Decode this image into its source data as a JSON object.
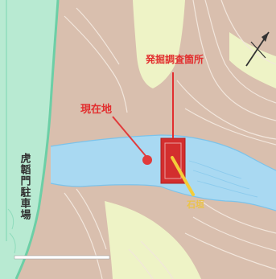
{
  "labels": {
    "excavation_site": "発掘調査箇所",
    "current_location": "現在地",
    "stone_wall": "石垣",
    "parking_lot": "虎韜門駐車場"
  },
  "colors": {
    "terrain": "#d9bfae",
    "contour": "#f2e6dc",
    "valley_green": "#eef3c6",
    "water": "#a9d9f2",
    "water_edge": "#7cc3ea",
    "parking_green": "#b8ead2",
    "parking_border": "#6ccfa6",
    "marker_red": "#e13b3b",
    "site_box": "#d32e2e",
    "stone_wall_yellow": "#f4cc3a",
    "label_red": "#e22f2f",
    "label_yellow": "#eac34a",
    "text_dark": "#333333"
  },
  "icons": {
    "current_location": "red-dot-marker",
    "north_arrow": "north-arrow-icon"
  }
}
